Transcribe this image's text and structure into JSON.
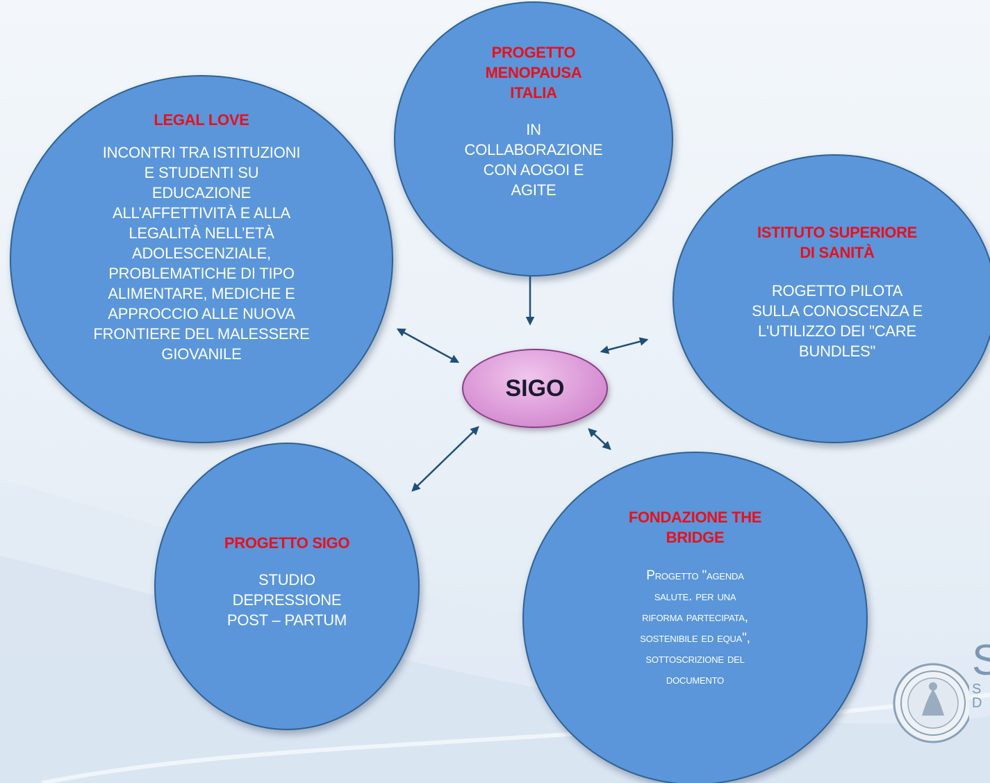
{
  "center": {
    "label": "SIGO"
  },
  "nodes": {
    "legal_love": {
      "title": "LEGAL LOVE",
      "body": "INCONTRI TRA ISTITUZIONI\nE STUDENTI SU\nEDUCAZIONE\nALL’AFFETTIVITÀ E ALLA\nLEGALITÀ NELL’ETÀ\nADOLESCENZIALE,\nPROBLEMATICHE DI TIPO\nALIMENTARE, MEDICHE E\nAPPROCCIO ALLE NUOVA\nFRONTIERE DEL MALESSERE\nGIOVANILE"
    },
    "menopausa": {
      "title": "PROGETTO\nMENOPAUSA\nITALIA",
      "body": "IN\nCOLLABORAZIONE\nCON  AOGOI E\nAGITE"
    },
    "iss": {
      "title": "ISTITUTO SUPERIORE\nDI SANITÀ",
      "body": "ROGETTO PILOTA\nSULLA CONOSCENZA E\nL'UTILIZZO DEI \"CARE\nBUNDLES\""
    },
    "progetto_sigo": {
      "title": "PROGETTO SIGO",
      "body": "STUDIO\nDEPRESSIONE\nPOST – PARTUM"
    },
    "the_bridge": {
      "title": "FONDAZIONE THE\nBRIDGE",
      "body": "Progetto \"agenda\nsalute. per una\nriforma partecipata,\nsostenibile ed equa\",\nsottoscrizione del\ndocumento"
    }
  },
  "logo": {
    "big_letter": "S",
    "line1": "S",
    "line2": "D"
  },
  "colors": {
    "circle_fill": "#5a96d9",
    "circle_border": "#2f6296",
    "title_red": "#e8101c",
    "center_fill": "#dc9ad8",
    "arrow": "#1f4e79"
  }
}
